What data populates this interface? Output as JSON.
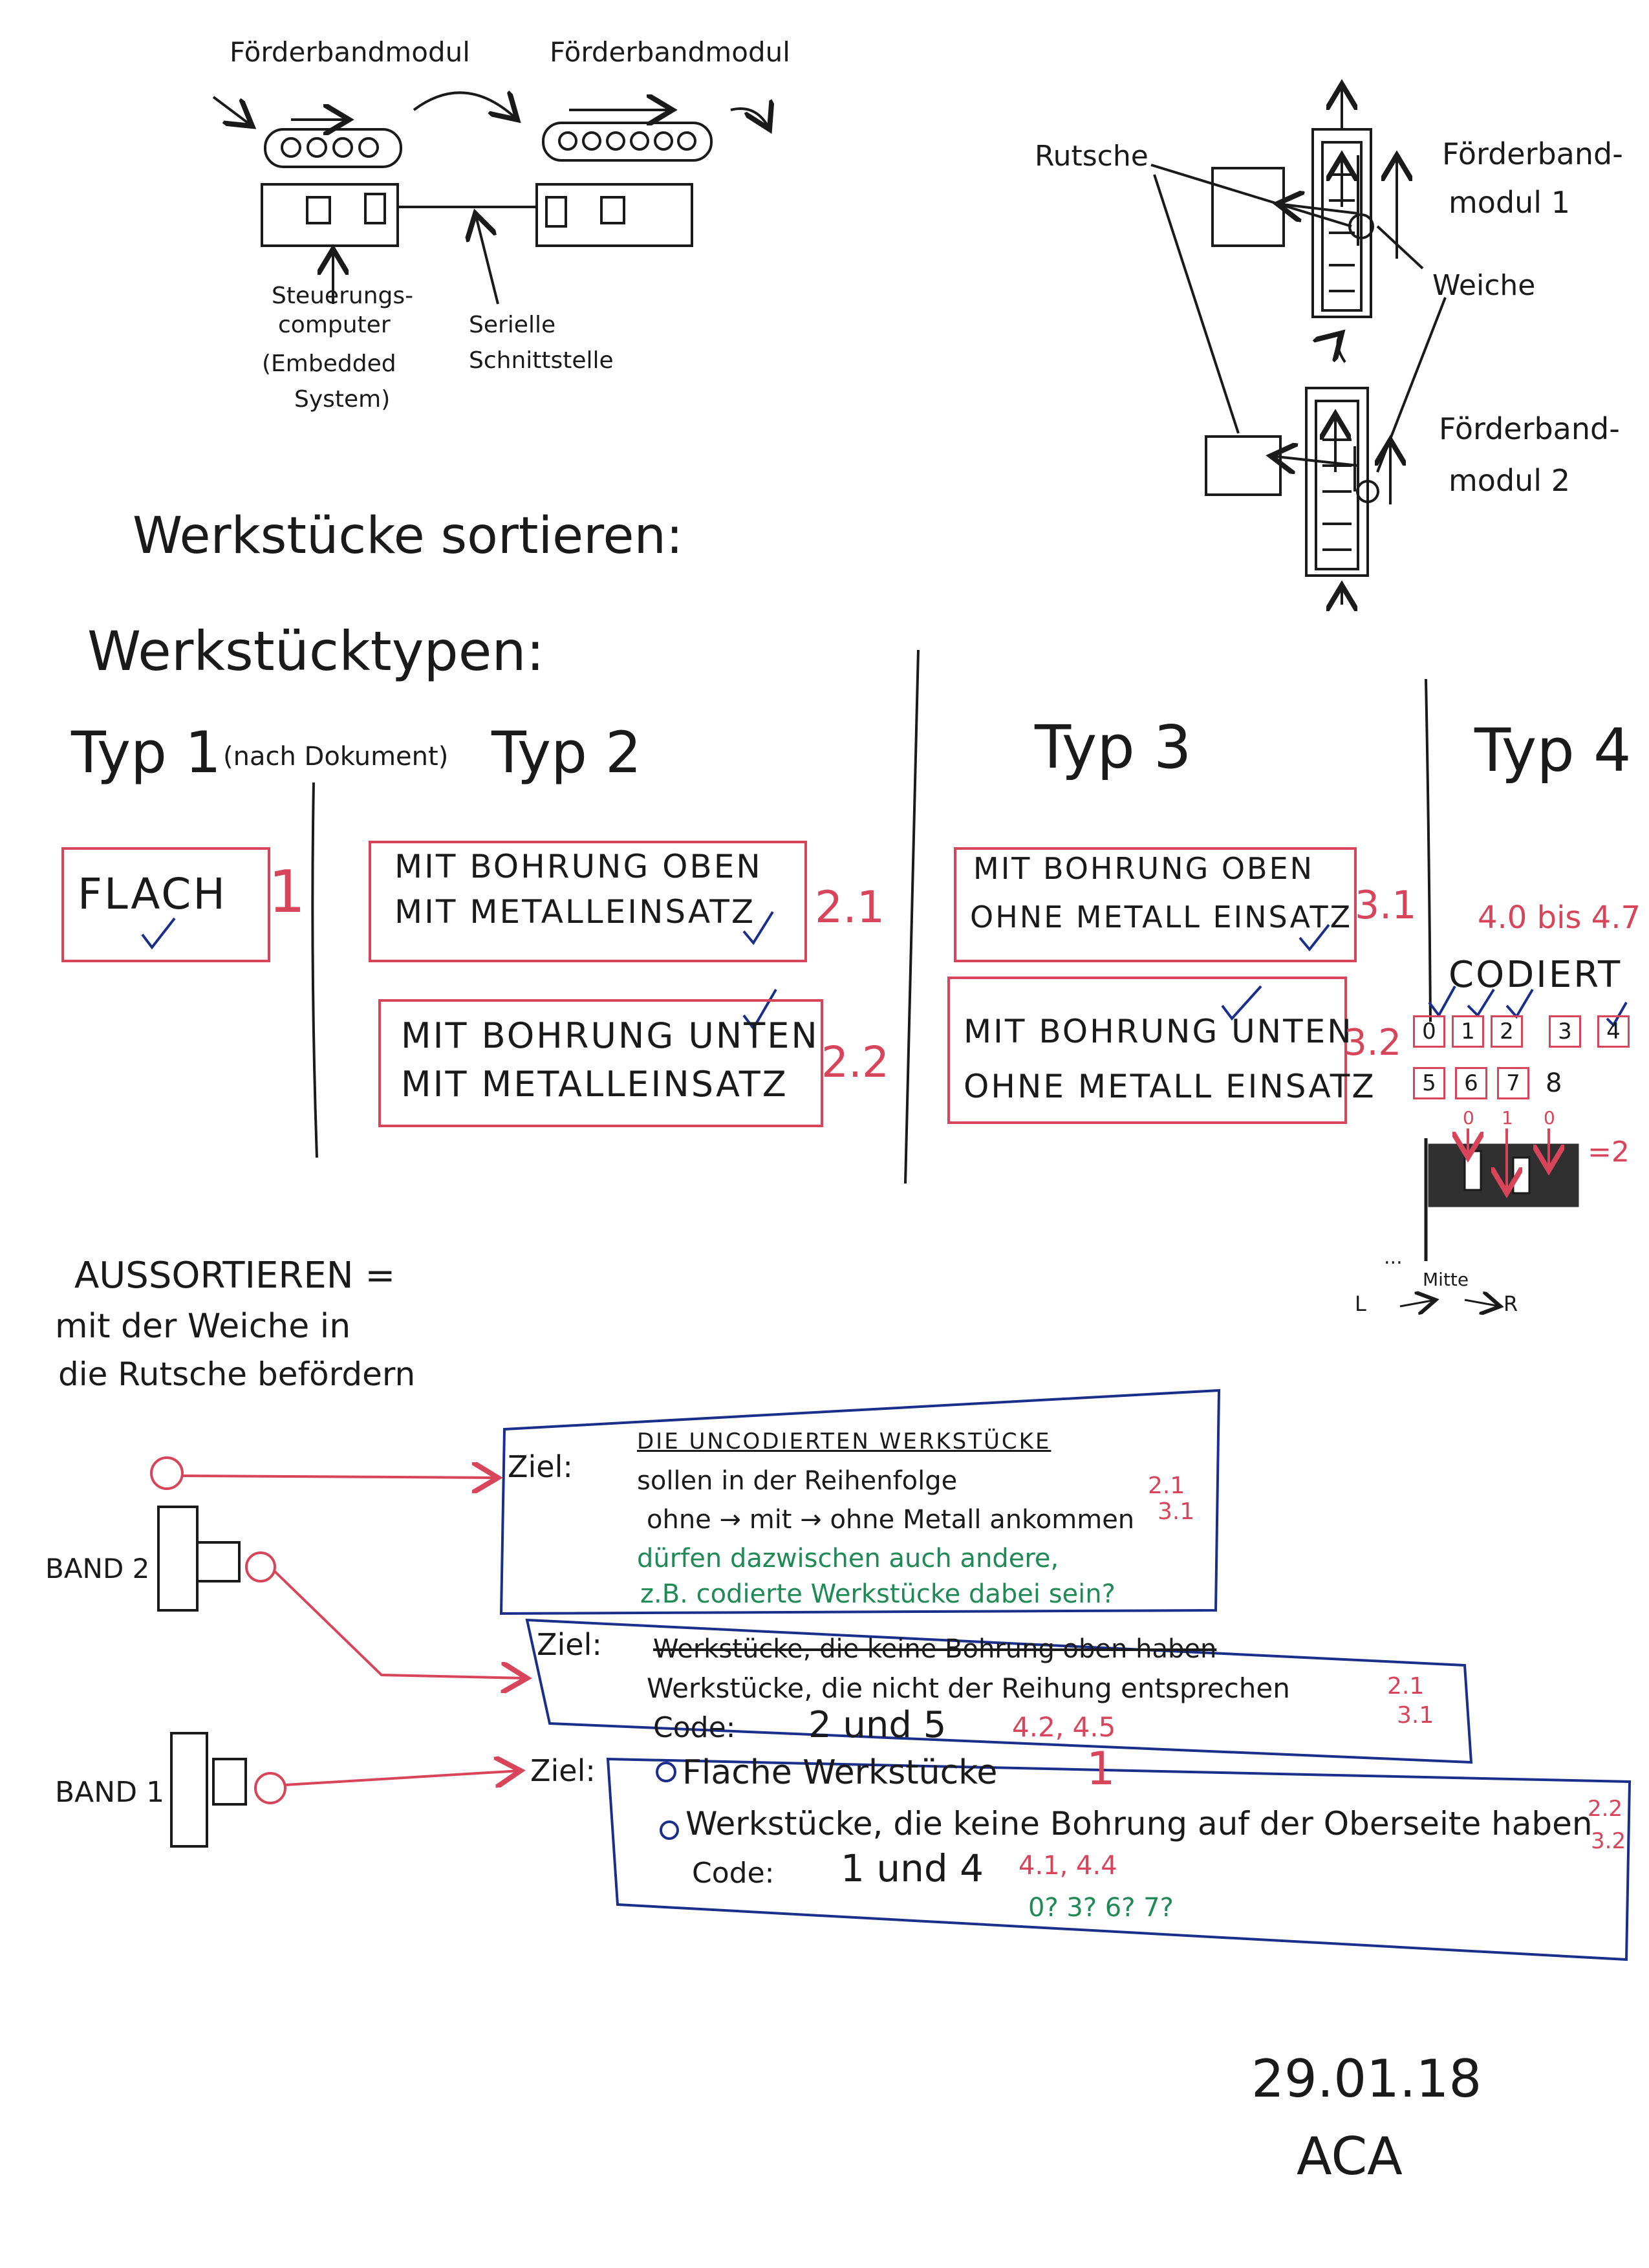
{
  "diagram_top": {
    "module_label_1": "Förderbandmodul",
    "module_label_2": "Förderbandmodul",
    "controller_label": [
      "Steuerungs-",
      "computer",
      "(Embedded",
      "System)"
    ],
    "serial_label": [
      "Serielle",
      "Schnittstelle"
    ]
  },
  "diagram_right": {
    "rutsche": "Rutsche",
    "weiche": "Weiche",
    "module1": [
      "Förderband-",
      "modul 1"
    ],
    "module2": [
      "Förderband-",
      "modul 2"
    ]
  },
  "headings": {
    "sort": "Werkstücke sortieren:",
    "types": "Werkstücktypen:"
  },
  "types": {
    "typ1_title": "Typ 1",
    "typ1_note": "(nach Dokument)",
    "typ2_title": "Typ 2",
    "typ3_title": "Typ 3",
    "typ4_title": "Typ 4",
    "t1": {
      "text": "FLACH",
      "code": "1"
    },
    "t21": {
      "line1": "MIT BOHRUNG OBEN",
      "line2": "MIT METALLEINSATZ",
      "code": "2.1"
    },
    "t22": {
      "line1": "MIT BOHRUNG UNTEN",
      "line2": "MIT METALLEINSATZ",
      "code": "2.2"
    },
    "t31": {
      "line1": "MIT BOHRUNG OBEN",
      "line2": "OHNE METALL EINSATZ",
      "code": "3.1"
    },
    "t32": {
      "line1": "MIT BOHRUNG UNTEN",
      "line2": "OHNE METALL EINSATZ",
      "code": "3.2"
    },
    "t4": {
      "range": "4.0 bis 4.7",
      "label": "CODIERT",
      "codes_row1": [
        "0",
        "1",
        "2",
        "3",
        "4"
      ],
      "codes_row2": [
        "5",
        "6",
        "7",
        "8"
      ],
      "bits": [
        "0",
        "1",
        "0"
      ],
      "equals": "=2",
      "dots": "...",
      "mitte": "Mitte",
      "l": "L",
      "r": "R"
    }
  },
  "aussortieren": {
    "title": "AUSSORTIEREN =",
    "line1": "mit der Weiche in",
    "line2": "die Rutsche befördern"
  },
  "bands": {
    "band2": "BAND 2",
    "band1": "BAND 1"
  },
  "ziel1": {
    "label": "Ziel:",
    "title": "DIE UNCODIERTEN WERKSTÜCKE",
    "line1": "sollen in der Reihenfolge",
    "line2": "ohne → mit → ohne Metall ankommen",
    "codes": [
      "2.1",
      "3.1"
    ],
    "green1": "dürfen dazwischen auch andere,",
    "green2": "z.B. codierte Werkstücke dabei sein?"
  },
  "ziel2": {
    "label": "Ziel:",
    "struck": "Werkstücke, die keine Bohrung oben haben",
    "line1": "Werkstücke, die nicht der Reihung entsprechen",
    "code_label": "Code:",
    "code_value": "2 und 5",
    "red_codes": "4.2, 4.5",
    "side_codes": [
      "2.1",
      "3.1"
    ]
  },
  "ziel3": {
    "label": "Ziel:",
    "line1": "Flache Werkstücke",
    "line1_code": "1",
    "line2": "Werkstücke, die keine Bohrung auf der Oberseite haben",
    "side_codes": [
      "2.2",
      "3.2"
    ],
    "code_label": "Code:",
    "code_value": "1 und 4",
    "red_codes": "4.1, 4.4",
    "green": "0? 3? 6? 7?"
  },
  "signature": {
    "date": "29.01.18",
    "initials": "ACA"
  },
  "colors": {
    "ink": "#1a1a1a",
    "red": "#d8455a",
    "blue": "#1a2f8a",
    "green": "#1f8a55"
  }
}
